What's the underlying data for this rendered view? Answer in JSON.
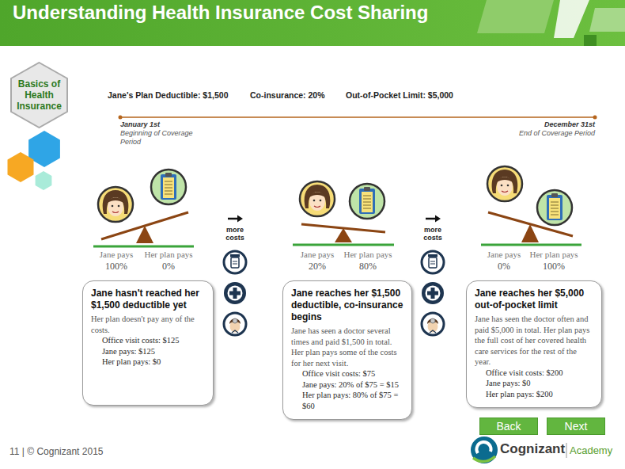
{
  "diagram": {
    "title": "Understanding Health Insurance Cost Sharing",
    "nodes": [
      {
        "text": [
          "Basics of Health Insurance"
        ]
      },
      {
        "text": [
          "Jane hasn't reached her $1,500 deductible yet",
          "Her plan doesn't pay any of the costs.",
          "Office visit costs: $125",
          "Jane pays: $125",
          "Her plan pays: $0"
        ]
      },
      {
        "text": [
          "Jane reaches her $1,500 deductible, co-insurance begins",
          "Jane has seen a doctor several times and paid $1,500 in total. Her plan pays some of the costs for her next visit.",
          "Office visit costs: $75",
          "Jane pays: 20% of $75 = $15",
          "Her plan pays: 80% of $75 = $60"
        ]
      },
      {
        "text": [
          "Jane reaches her $5,000 out-of-pocket limit",
          "Jane has seen the doctor often and paid $5,000 in total. Her plan pays the full cost of her covered health care services for the rest of the year.",
          "Office visit costs: $200",
          "Jane pays: $0",
          "Her plan pays: $200"
        ]
      },
      {
        "text": [
          "Back"
        ]
      },
      {
        "text": [
          "Next"
        ]
      }
    ],
    "labels": [
      "Jane's Plan Deductible: $1,500",
      "Co-insurance: 20%",
      "Out-of-Pocket Limit: $5,000",
      "January 1st",
      "Beginning of Coverage Period",
      "December 31st",
      "End of Coverage Period",
      "Jane pays",
      "100%",
      "Her plan pays",
      "0%",
      "more costs",
      "Jane pays",
      "20%",
      "Her plan pays",
      "80%",
      "more costs",
      "Jane pays",
      "0%",
      "Her plan pays",
      "100%",
      "11 | © Cognizant 2015",
      "Cognizant",
      "Academy"
    ]
  }
}
